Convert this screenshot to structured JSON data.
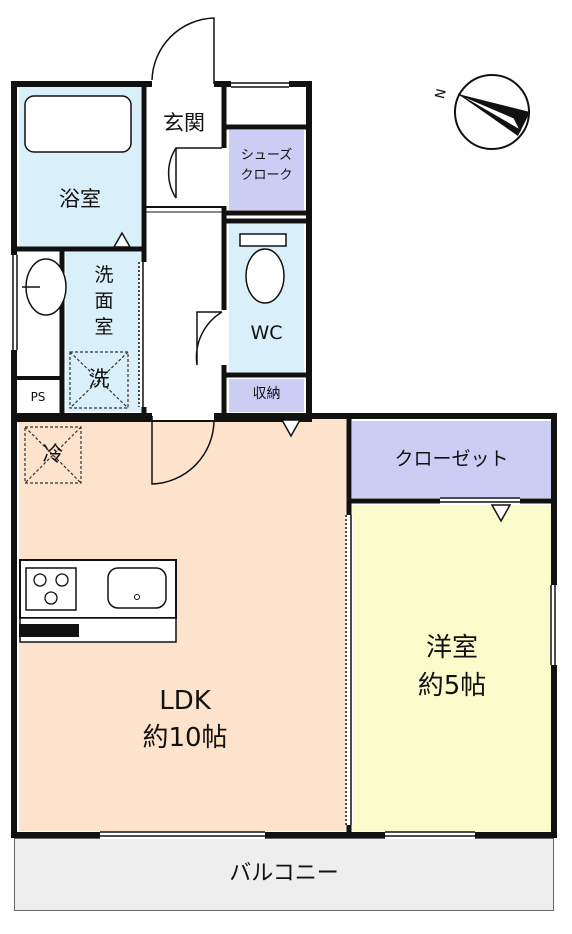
{
  "colors": {
    "wet": "#d9f0fb",
    "storage": "#cccdf5",
    "ldk": "#fde3cc",
    "western": "#fbfccc",
    "balcony": "#eeeeee",
    "wall": "#111111"
  },
  "rooms": {
    "bath": "浴室",
    "entrance": "玄関",
    "shoe_closet_l1": "シューズ",
    "shoe_closet_l2": "クローク",
    "washroom_l1": "洗",
    "washroom_l2": "面",
    "washroom_l3": "室",
    "washer": "洗",
    "wc": "WC",
    "ps": "PS",
    "storage": "収納",
    "fridge": "冷",
    "closet": "クローゼット",
    "ldk_l1": "LDK",
    "ldk_l2": "約10帖",
    "western_l1": "洋室",
    "western_l2": "約5帖",
    "balcony": "バルコニー"
  },
  "compass": {
    "direction": "N"
  }
}
